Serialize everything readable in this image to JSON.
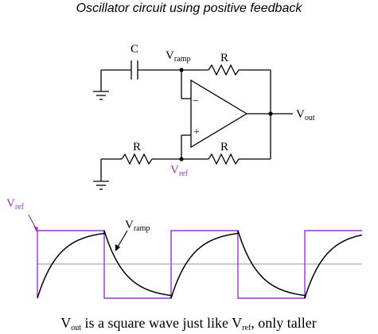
{
  "title": "Oscillator circuit using positive feedback",
  "circuit": {
    "capacitor_label": "C",
    "resistor_label": "R",
    "vramp_main": "V",
    "vramp_sub": "ramp",
    "vout_main": "V",
    "vout_sub": "out",
    "vref_main": "V",
    "vref_sub": "ref",
    "opamp_minus": "−",
    "opamp_plus": "+"
  },
  "waveform": {
    "vref_main": "V",
    "vref_sub": "ref",
    "vramp_main": "V",
    "vramp_sub": "ramp",
    "vout_periods": 4,
    "colors": {
      "square": "#9933cc",
      "ramp": "#000000",
      "baseline": "#aaaaaa",
      "vref_label": "#9933cc"
    }
  },
  "caption": {
    "part1": "V",
    "part1_sub": "out",
    "part2": " is a square wave just like V",
    "part2_sub": "ref",
    "part3": ", only taller"
  }
}
